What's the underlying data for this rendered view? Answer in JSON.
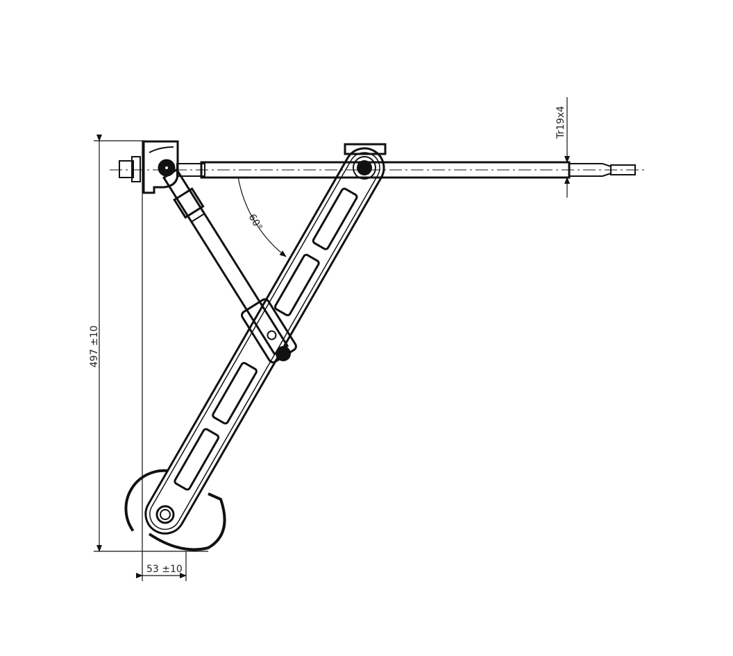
{
  "drawing": {
    "dimensions": {
      "height": "497 ±10",
      "offset": "53 ±10",
      "angle": "60°",
      "thread": "Tr19x4"
    },
    "colors": {
      "line": "#111111",
      "background": "#ffffff"
    }
  }
}
